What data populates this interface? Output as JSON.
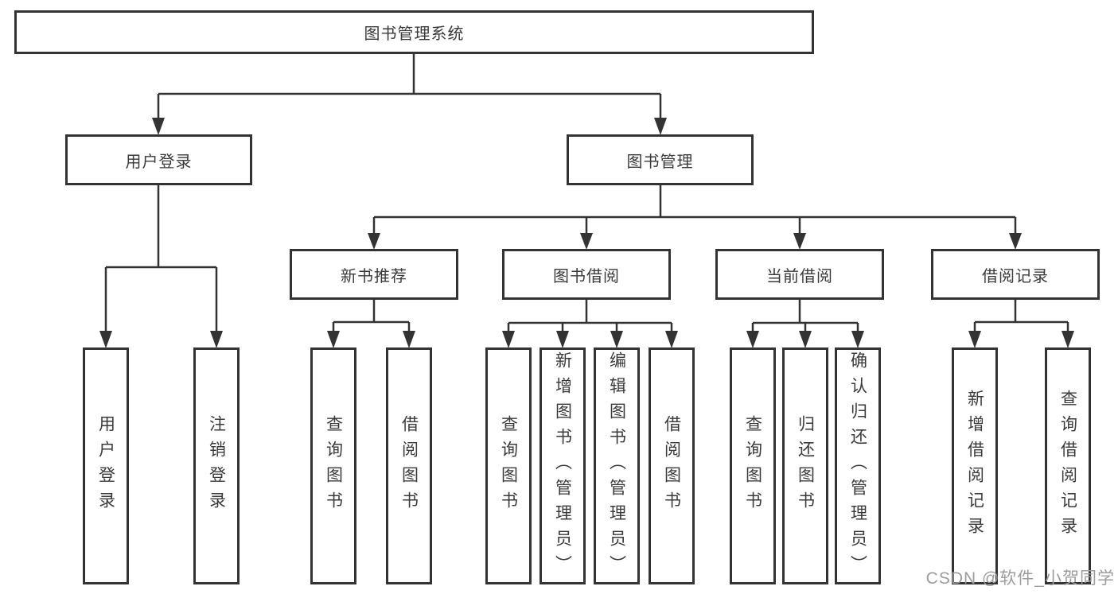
{
  "diagram": {
    "root": {
      "label": "图书管理系统"
    },
    "branches": [
      {
        "label": "用户登录",
        "leaves": [
          {
            "label": "用户登录"
          },
          {
            "label": "注销登录"
          }
        ]
      },
      {
        "label": "图书管理",
        "groups": [
          {
            "label": "新书推荐",
            "leaves": [
              {
                "label": "查询图书"
              },
              {
                "label": "借阅图书"
              }
            ]
          },
          {
            "label": "图书借阅",
            "leaves": [
              {
                "label": "查询图书"
              },
              {
                "label": "新增图书（管理员）"
              },
              {
                "label": "编辑图书（管理员）"
              },
              {
                "label": "借阅图书"
              }
            ]
          },
          {
            "label": "当前借阅",
            "leaves": [
              {
                "label": "查询图书"
              },
              {
                "label": "归还图书"
              },
              {
                "label": "确认归还（管理员）"
              }
            ]
          },
          {
            "label": "借阅记录",
            "leaves": [
              {
                "label": "新增借阅记录"
              },
              {
                "label": "查询借阅记录"
              }
            ]
          }
        ]
      }
    ]
  },
  "watermark": {
    "text": "CSDN @软件_小贺同学"
  },
  "colors": {
    "line": "#333333",
    "text": "#3a3a3a",
    "watermark": "#9c9c9c",
    "background": "#ffffff"
  }
}
